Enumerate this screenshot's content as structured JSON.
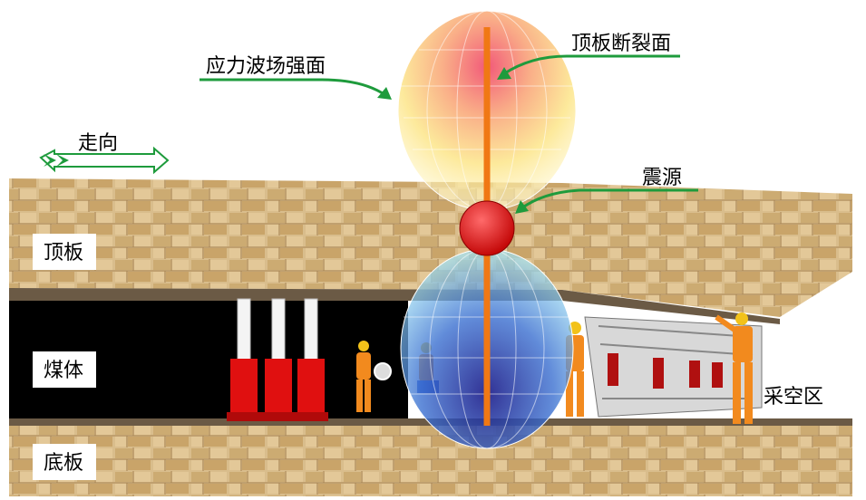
{
  "labels": {
    "stress_surface": "应力波场强面",
    "roof_fracture": "顶板断裂面",
    "strike": "走向",
    "source": "震源",
    "roof": "顶板",
    "coal": "煤体",
    "floor": "底板",
    "goaf": "采空区"
  },
  "colors": {
    "rock": "#d9bd8c",
    "rock_dark": "#b89a66",
    "coal": "#000000",
    "arrow_green": "#1e9b3c",
    "fracture": "#f07814",
    "source": "#e41c1c",
    "prop_red": "#e01010",
    "worker_orange": "#f28a1e"
  }
}
